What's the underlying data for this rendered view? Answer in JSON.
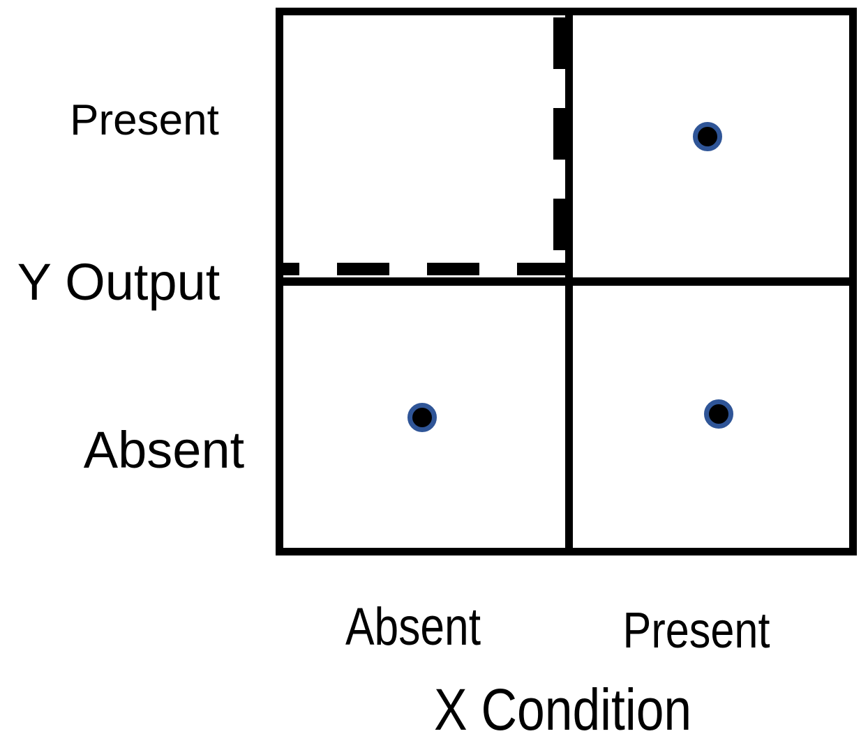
{
  "labels": {
    "y_axis_title": "Y Output",
    "y_present": "Present",
    "y_absent": "Absent",
    "x_axis_title": "X Condition",
    "x_absent": "Absent",
    "x_present": "Present"
  },
  "colors": {
    "background": "#ffffff",
    "line": "#000000",
    "text": "#000000",
    "dot_fill": "#000000",
    "dot_ring": "#2f5597"
  },
  "matrix": {
    "row_axis": "Y Output",
    "rows": [
      "Present",
      "Absent"
    ],
    "column_axis": "X Condition",
    "columns": [
      "Absent",
      "Present"
    ],
    "cells": [
      {
        "y": "Present",
        "x": "Absent",
        "dot": false,
        "dashed_inner_border": true
      },
      {
        "y": "Present",
        "x": "Present",
        "dot": true,
        "dashed_inner_border": false
      },
      {
        "y": "Absent",
        "x": "Absent",
        "dot": true,
        "dashed_inner_border": false
      },
      {
        "y": "Absent",
        "x": "Present",
        "dot": true,
        "dashed_inner_border": false
      }
    ]
  }
}
